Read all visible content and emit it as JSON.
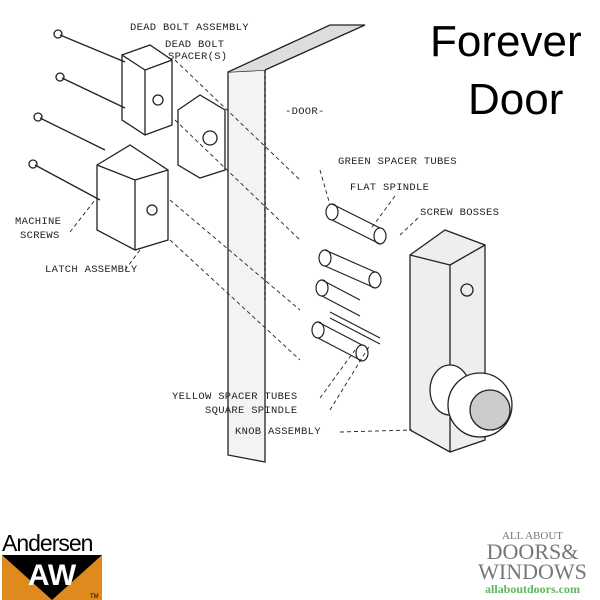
{
  "title": {
    "line1": "Forever",
    "line2": "Door"
  },
  "labels": {
    "dead_bolt_assembly": "DEAD BOLT ASSEMBLY",
    "dead_bolt_spacer_1": "DEAD BOLT",
    "dead_bolt_spacer_2": "SPACER(S)",
    "door": "-DOOR-",
    "green_spacer_tubes": "GREEN SPACER TUBES",
    "flat_spindle": "FLAT SPINDLE",
    "screw_bosses": "SCREW BOSSES",
    "machine_screws_1": "MACHINE",
    "machine_screws_2": "SCREWS",
    "latch_assembly": "LATCH ASSEMBLY",
    "yellow_spacer_tubes": "YELLOW SPACER TUBES",
    "square_spindle": "SQUARE SPINDLE",
    "knob_assembly": "KNOB ASSEMBLY"
  },
  "logos": {
    "andersen": {
      "name": "Andersen",
      "mark": "AW",
      "tm": "TM",
      "color": "#e08a1e"
    },
    "aad": {
      "line1": "ALL ABOUT",
      "line2": "DOORS&",
      "line3": "WINDOWS",
      "url": "allaboutdoors.com",
      "url_color": "#5cb85c"
    }
  }
}
